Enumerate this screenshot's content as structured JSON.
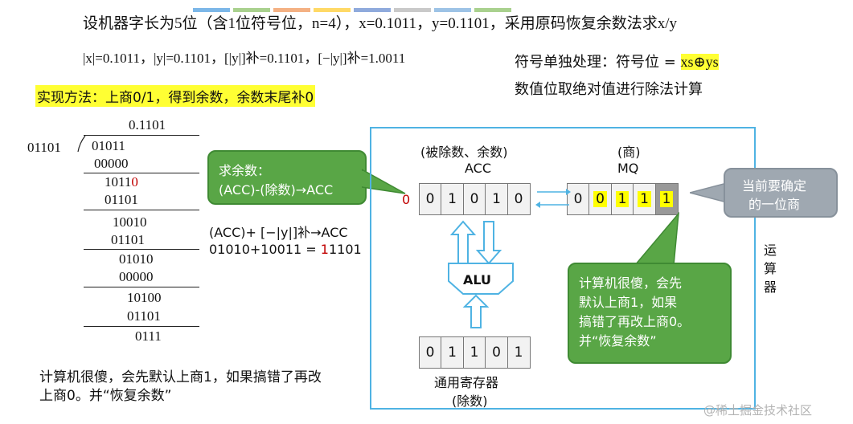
{
  "title": "设机器字长为5位（含1位符号位，n=4），x=0.1011，y=0.1101，采用原码恢复余数法求x/y",
  "equation": "|x|=0.1011，|y|=0.1101，[|y|]补=0.1101，[−|y|]补=1.0011",
  "sign_note_1": "符号单独处理：符号位 =",
  "sign_formula": "xs⊕ys",
  "sign_note_2": "数值位取绝对值进行除法计算",
  "method": "实现方法：上商0/1，得到余数，余数末尾补0",
  "division": {
    "quotient": "0.1101",
    "divisor": "01101",
    "rows": [
      "01011",
      "00000",
      "1011",
      "0",
      "01101",
      "10010",
      "01101",
      "01010",
      "00000",
      "10100",
      "01101",
      "0111"
    ]
  },
  "bubble_remainder": {
    "line1": "求余数：",
    "line2": "(ACC)-(除数)→ACC"
  },
  "add_note": {
    "line1": "(ACC)+ [−|y|]补→ACC",
    "line2a": "01010+10011 = ",
    "line2red": "1",
    "line2b": "1101"
  },
  "acc": {
    "label1": "(被除数、余数)",
    "label2": "ACC",
    "sign": "0",
    "bits": [
      "0",
      "1",
      "0",
      "1",
      "0"
    ]
  },
  "mq": {
    "label1": "(商)",
    "label2": "MQ",
    "bits": [
      "0",
      "0",
      "1",
      "1",
      "1"
    ]
  },
  "alu": "ALU",
  "reg": {
    "bits": [
      "0",
      "1",
      "1",
      "0",
      "1"
    ],
    "label1": "通用寄存器",
    "label2": "(除数)"
  },
  "bubble_quotient": {
    "line1": "当前要确定",
    "line2": "的一位商"
  },
  "bubble_note": [
    "计算机很傻，会先",
    "默认上商1，如果",
    "搞错了再改上商0。",
    "并“恢复余数”"
  ],
  "unit": [
    "运",
    "算",
    "器"
  ],
  "bottom_note": "计算机很傻，会先默认上商1，如果搞错了再改上商0。并“恢复余数”",
  "watermark": "@稀土掘金技术社区",
  "colors": {
    "green": "#59a646",
    "highlight": "#ffff00",
    "frame": "#4fb3e3",
    "arrow": "#4fb3e3",
    "red": "#c00000"
  }
}
